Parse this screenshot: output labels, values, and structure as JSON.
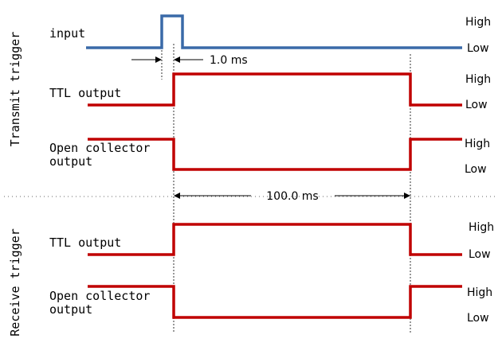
{
  "sections": {
    "transmit": "Transmit trigger",
    "receive": "Receive trigger"
  },
  "signals": {
    "input": "input",
    "tx_ttl": "TTL output",
    "tx_oc_line1": "Open collector",
    "tx_oc_line2": "output",
    "rx_ttl": "TTL output",
    "rx_oc_line1": "Open collector",
    "rx_oc_line2": "output"
  },
  "levels": {
    "high": "High",
    "low": "Low"
  },
  "annotations": {
    "pulse_width": "1.0 ms",
    "output_duration": "100.0 ms"
  },
  "colors": {
    "input_trace": "#3a6aa8",
    "output_trace": "#c00000"
  }
}
